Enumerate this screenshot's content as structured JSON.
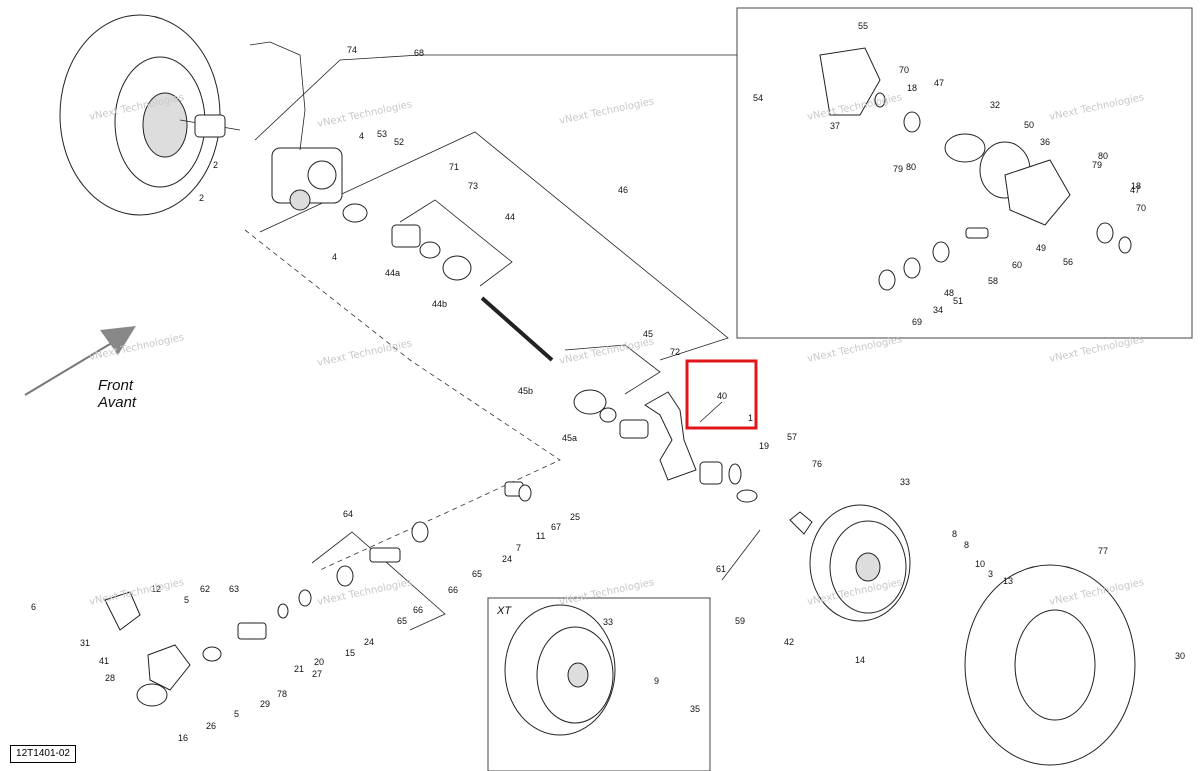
{
  "reference_code": "12T1401-02",
  "direction": {
    "line1": "Front",
    "line2": "Avant"
  },
  "xt_label": "XT",
  "watermark": "vNext Technologies",
  "highlight": {
    "label": "40",
    "color": "#e0161b"
  },
  "callouts": [
    "1",
    "2",
    "2",
    "3",
    "4",
    "4",
    "5",
    "5",
    "6",
    "7",
    "8",
    "8",
    "9",
    "10",
    "11",
    "12",
    "13",
    "14",
    "15",
    "16",
    "18",
    "18",
    "19",
    "20",
    "21",
    "24",
    "24",
    "25",
    "26",
    "27",
    "28",
    "29",
    "30",
    "31",
    "32",
    "33",
    "33",
    "34",
    "35",
    "36",
    "37",
    "40",
    "41",
    "42",
    "44",
    "44a",
    "44b",
    "45",
    "45a",
    "45b",
    "46",
    "47",
    "47",
    "48",
    "49",
    "50",
    "51",
    "52",
    "53",
    "54",
    "55",
    "56",
    "57",
    "58",
    "59",
    "60",
    "61",
    "62",
    "63",
    "64",
    "65",
    "65",
    "66",
    "66",
    "67",
    "68",
    "69",
    "70",
    "70",
    "71",
    "72",
    "73",
    "74",
    "76",
    "77",
    "78",
    "79",
    "79",
    "80",
    "80"
  ]
}
